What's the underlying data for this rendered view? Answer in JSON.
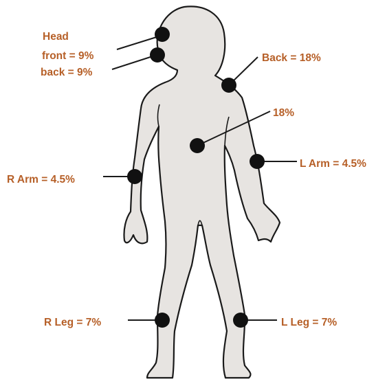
{
  "colors": {
    "label": "#b65f27",
    "body_fill": "#e7e4e1",
    "outline": "#1a1a1a",
    "marker": "#111111"
  },
  "labels": {
    "head": "Head",
    "head_front": "front = 9%",
    "head_back": "back = 9%",
    "back": "Back = 18%",
    "chest": "18%",
    "right_arm": "R Arm = 4.5%",
    "left_arm": "L Arm = 4.5%",
    "right_leg": "R Leg = 7%",
    "left_leg": "L Leg = 7%"
  }
}
